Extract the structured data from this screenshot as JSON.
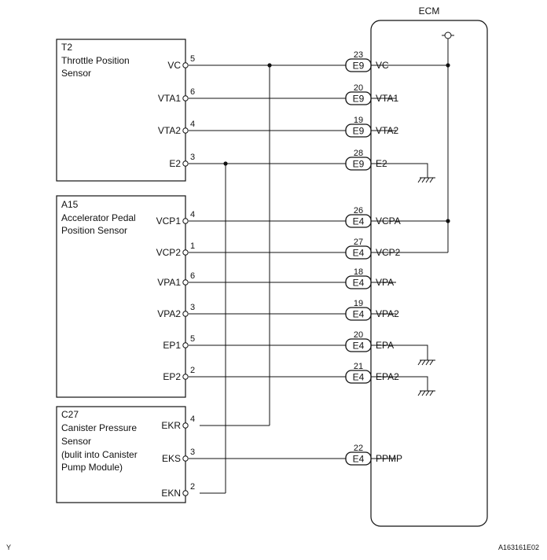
{
  "ecm": {
    "label": "ECM"
  },
  "components": [
    {
      "id": "t2",
      "ref": "T2",
      "title_lines": [
        "Throttle Position",
        "Sensor"
      ]
    },
    {
      "id": "a15",
      "ref": "A15",
      "title_lines": [
        "Accelerator Pedal",
        "Position Sensor"
      ]
    },
    {
      "id": "c27",
      "ref": "C27",
      "title_lines": [
        "Canister Pressure",
        "Sensor",
        "(bulit into Canister",
        "Pump Module)"
      ]
    }
  ],
  "wires": [
    {
      "comp": "VC",
      "pin": "5",
      "ecm_pin": "23",
      "conn": "E9",
      "ecm": "VC"
    },
    {
      "comp": "VTA1",
      "pin": "6",
      "ecm_pin": "20",
      "conn": "E9",
      "ecm": "VTA1"
    },
    {
      "comp": "VTA2",
      "pin": "4",
      "ecm_pin": "19",
      "conn": "E9",
      "ecm": "VTA2"
    },
    {
      "comp": "E2",
      "pin": "3",
      "ecm_pin": "28",
      "conn": "E9",
      "ecm": "E2"
    },
    {
      "comp": "VCP1",
      "pin": "4",
      "ecm_pin": "26",
      "conn": "E4",
      "ecm": "VCPA"
    },
    {
      "comp": "VCP2",
      "pin": "1",
      "ecm_pin": "27",
      "conn": "E4",
      "ecm": "VCP2"
    },
    {
      "comp": "VPA1",
      "pin": "6",
      "ecm_pin": "18",
      "conn": "E4",
      "ecm": "VPA"
    },
    {
      "comp": "VPA2",
      "pin": "3",
      "ecm_pin": "19",
      "conn": "E4",
      "ecm": "VPA2"
    },
    {
      "comp": "EP1",
      "pin": "5",
      "ecm_pin": "20",
      "conn": "E4",
      "ecm": "EPA"
    },
    {
      "comp": "EP2",
      "pin": "2",
      "ecm_pin": "21",
      "conn": "E4",
      "ecm": "EPA2"
    },
    {
      "comp": "EKR",
      "pin": "4"
    },
    {
      "comp": "EKS",
      "pin": "3",
      "ecm_pin": "22",
      "conn": "E4",
      "ecm": "PPMP"
    },
    {
      "comp": "EKN",
      "pin": "2"
    }
  ],
  "footer": {
    "left": "Y",
    "right": "A163161E02"
  }
}
